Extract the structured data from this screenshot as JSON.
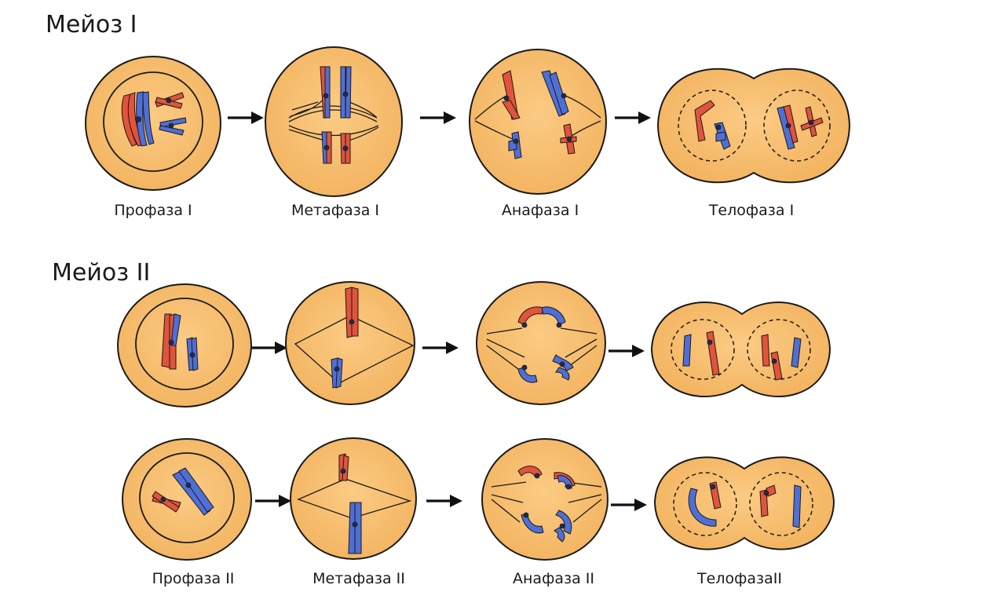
{
  "section_meiosis_1": {
    "title": "Мейоз I"
  },
  "section_meiosis_2": {
    "title": "Мейоз II"
  },
  "phases_meiosis_1": {
    "prophase": "Профаза I",
    "metaphase": "Метафаза I",
    "anaphase": "Анафаза I",
    "telophase": "Телофаза I"
  },
  "phases_meiosis_2": {
    "prophase": "Профаза II",
    "metaphase": "Метафаза II",
    "anaphase": "Анафаза II",
    "telophase": "ТелофазаII"
  },
  "colors": {
    "cell_outer": "#f3b562",
    "cell_inner": "#fbcb84",
    "chromosome_red": "#e2533c",
    "chromosome_blue": "#4f6fd6"
  }
}
